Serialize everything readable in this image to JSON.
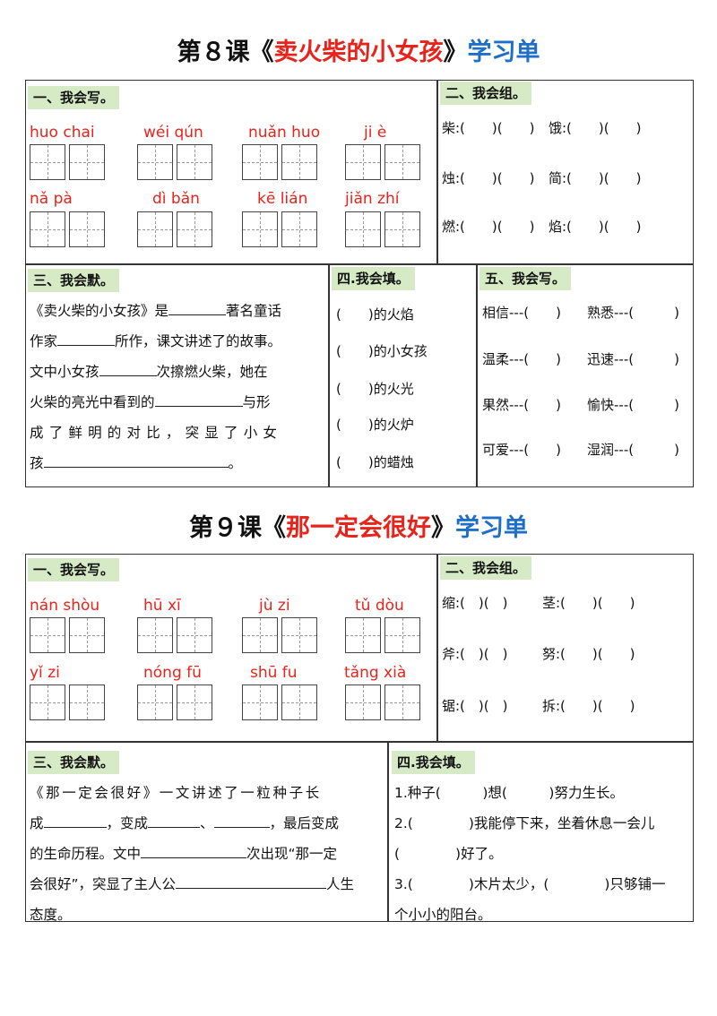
{
  "lesson8": {
    "title_prefix": "第８课《",
    "title_name": "卖火柴的小女孩",
    "title_close": "》",
    "title_suffix": "学习单",
    "write": {
      "heading": "一、我会写。",
      "row1": [
        "huo chai",
        "wéi qún",
        "nuǎn huo",
        "ji  è"
      ],
      "row2": [
        "nǎ  pà",
        "dì bǎn",
        "kē lián",
        "jiǎn zhí"
      ]
    },
    "group": {
      "heading": "二、我会组。",
      "rows": [
        [
          "柴:(　　)(　　)",
          "饿:(　　)(　　)"
        ],
        [
          "烛:(　　)(　　)",
          "简:(　　)(　　)"
        ],
        [
          "燃:(　　)(　　)",
          "焰:(　　)(　　)"
        ]
      ]
    },
    "recite": {
      "heading": "三、我会默。",
      "p1a": "《卖火柴的小女孩》是",
      "p1b": "著名童话",
      "p2a": "作家",
      "p2b": "所作，课文讲述了的故事。",
      "p3a": "文中小女孩",
      "p3b": "次擦燃火柴，她在",
      "p4a": "火柴的亮光中看到的",
      "p4b": "与形",
      "p5": "成了鲜明的对比，突显了小女",
      "p6a": "孩",
      "p6b": "。"
    },
    "fill": {
      "heading": "四.我会填。",
      "items": [
        "(　　)的火焰",
        "(　　)的小女孩",
        "(　　)的火光",
        "(　　)的火炉",
        "(　　)的蜡烛"
      ]
    },
    "write2": {
      "heading": "五、我会写。",
      "rows": [
        [
          "相信---(　　)",
          "熟悉---(　　　)"
        ],
        [
          "温柔---(　　)",
          "迅速---(　　　)"
        ],
        [
          "果然---(　　)",
          "愉快---(　　　)"
        ],
        [
          "可爱---(　　)",
          "湿润---(　　　)"
        ]
      ]
    }
  },
  "lesson9": {
    "title_prefix": "第９课《",
    "title_name": "那一定会很好",
    "title_close": "》",
    "title_suffix": "学习单",
    "write": {
      "heading": "一、我会写。",
      "row1": [
        "nán shòu",
        "hū  xī",
        "jù  zi",
        "tǔ dòu"
      ],
      "row2": [
        "yǐ  zi",
        "nóng fū",
        "shū fu",
        "tǎng xià"
      ]
    },
    "group": {
      "heading": "二、我会组。",
      "rows": [
        [
          "缩:(　)(　)",
          "茎:(　　)(　　)"
        ],
        [
          "斧:(　)(　)",
          "努:(　　)(　　)"
        ],
        [
          "锯:(　)(　)",
          "拆:(　　)(　　)"
        ]
      ]
    },
    "recite": {
      "heading": "三、我会默。",
      "p1": "《那一定会很好》一文讲述了一粒种子长",
      "p2a": "成",
      "p2b": "，变成",
      "p2c": "、",
      "p2d": "，最后变成",
      "p3a": "的生命历程。文中",
      "p3b": "次出现“那一定",
      "p4a": "会很好”，突显了主人公",
      "p4b": "人生",
      "p5": "态度。"
    },
    "fill": {
      "heading": "四.我会填。",
      "l1": "1.种子(　　　)想(　　　)努力生长。",
      "l2": "2.(　　　　)我能停下来，坐着休息一会儿",
      "l3": "(　　　　)好了。",
      "l4": "3.(　　　　)木片太少，(　　　　)只够铺一",
      "l5": "个小小的阳台。"
    }
  }
}
